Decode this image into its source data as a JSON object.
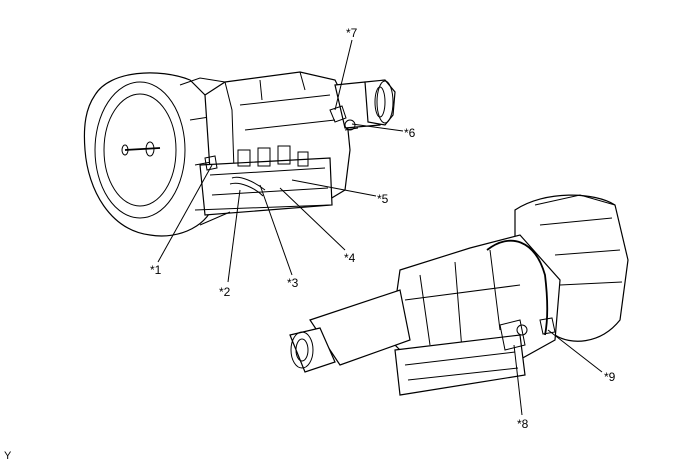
{
  "callouts": [
    {
      "id": "c1",
      "label": "*1"
    },
    {
      "id": "c2",
      "label": "*2"
    },
    {
      "id": "c3",
      "label": "*3"
    },
    {
      "id": "c4",
      "label": "*4"
    },
    {
      "id": "c5",
      "label": "*5"
    },
    {
      "id": "c6",
      "label": "*6"
    },
    {
      "id": "c7",
      "label": "*7"
    },
    {
      "id": "c8",
      "label": "*8"
    },
    {
      "id": "c9",
      "label": "*9"
    }
  ],
  "corner_code": "Y"
}
